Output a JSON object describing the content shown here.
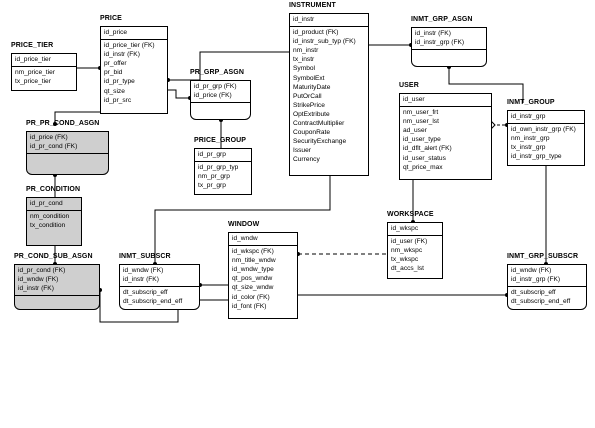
{
  "entities": {
    "price_tier": {
      "title": "PRICE_TIER",
      "pk": [
        "id_price_tier"
      ],
      "attrs": [
        "nm_price_tier",
        "tx_price_tier"
      ]
    },
    "price": {
      "title": "PRICE",
      "pk": [
        "id_price"
      ],
      "attrs": [
        "id_price_tier (FK)",
        "id_instr (FK)",
        "pr_offer",
        "pr_bid",
        "id_pr_type",
        "qt_size",
        "id_pr_src"
      ]
    },
    "pr_grp_asgn": {
      "title": "PR_GRP_ASGN",
      "pk": [
        "id_pr_grp (FK)",
        "id_price (FK)"
      ],
      "attrs": []
    },
    "price_group": {
      "title": "PRICE_GROUP",
      "pk": [
        "id_pr_grp"
      ],
      "attrs": [
        "id_pr_grp_typ",
        "nm_pr_grp",
        "tx_pr_grp"
      ]
    },
    "instrument": {
      "title": "INSTRUMENT",
      "pk": [
        "id_instr"
      ],
      "attrs": [
        "id_product (FK)",
        "id_instr_sub_typ (FK)",
        "nm_instr",
        "tx_instr",
        "Symbol",
        "SymbolExt",
        "MaturityDate",
        "PutOrCall",
        "StrikePrice",
        "OptExtribute",
        "ContractMultiplier",
        "CouponRate",
        "SecurityExchange",
        "Issuer",
        "Currency"
      ]
    },
    "inmt_grp_asgn": {
      "title": "INMT_GRP_ASGN",
      "pk": [
        "id_instr (FK)",
        "id_instr_grp (FK)"
      ],
      "attrs": []
    },
    "user": {
      "title": "USER",
      "pk": [
        "id_user"
      ],
      "attrs": [
        "nm_user_frt",
        "nm_user_lst",
        "ad_user",
        "id_user_type",
        "id_dflt_alert (FK)",
        "id_user_status",
        "qt_price_max"
      ]
    },
    "inmt_group": {
      "title": "INMT_GROUP",
      "pk": [
        "id_instr_grp"
      ],
      "attrs": [
        "id_own_instr_grp (FK)",
        "nm_instr_grp",
        "tx_instr_grp",
        "id_instr_grp_type"
      ]
    },
    "pr_pr_cond_asgn": {
      "title": "PR_PR_COND_ASGN",
      "pk": [
        "id_price (FK)",
        "id_pr_cond (FK)"
      ],
      "attrs": []
    },
    "pr_condition": {
      "title": "PR_CONDITION",
      "pk": [
        "id_pr_cond"
      ],
      "attrs": [
        "nm_condition",
        "tx_condition"
      ]
    },
    "workspace": {
      "title": "WORKSPACE",
      "pk": [
        "id_wkspc"
      ],
      "attrs": [
        "id_user (FK)",
        "nm_wkspc",
        "tx_wkspc",
        "dt_accs_lst"
      ]
    },
    "window": {
      "title": "WINDOW",
      "pk": [
        "id_wndw"
      ],
      "attrs": [
        "id_wkspc (FK)",
        "nm_title_wndw",
        "id_wndw_type",
        "qt_pos_wndw",
        "qt_size_wndw",
        "id_color (FK)",
        "id_font (FK)"
      ]
    },
    "pr_cond_sub_asgn": {
      "title": "PR_COND_SUB_ASGN",
      "pk": [
        "id_pr_cond (FK)",
        "id_wndw (FK)",
        "id_instr (FK)"
      ],
      "attrs": []
    },
    "inmt_subscr": {
      "title": "INMT_SUBSCR",
      "pk": [
        "id_wndw (FK)",
        "id_instr (FK)"
      ],
      "attrs": [
        "dt_subscrip_eff",
        "dt_subscrip_end_eff"
      ]
    },
    "inmt_grp_subscr": {
      "title": "INMT_GRP_SUBSCR",
      "pk": [
        "id_wndw (FK)",
        "id_instr_grp (FK)"
      ],
      "attrs": [
        "dt_subscrip_eff",
        "dt_subscrip_end_eff"
      ]
    }
  }
}
